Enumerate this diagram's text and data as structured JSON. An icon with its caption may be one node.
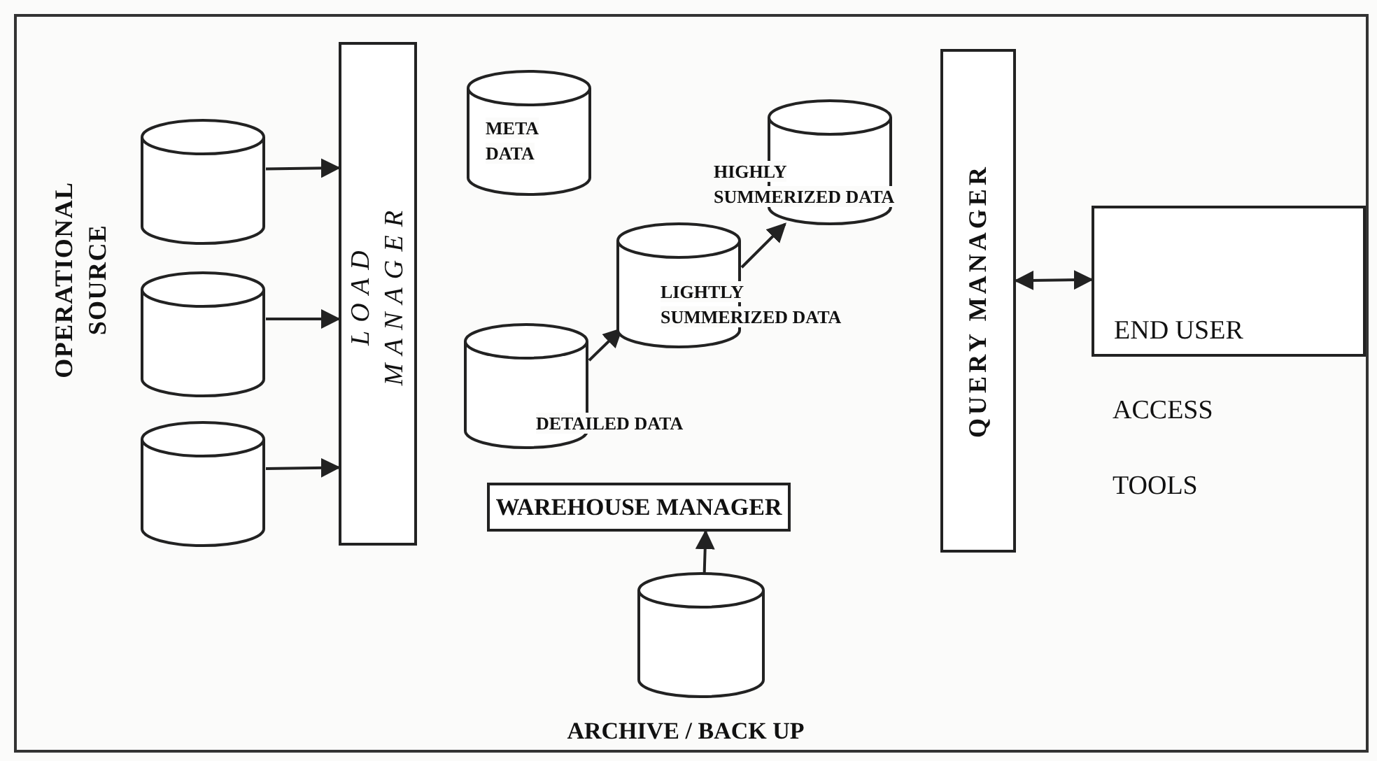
{
  "diagram": {
    "nodes": [
      {
        "text": [],
        "shape": "cylinder"
      },
      {
        "text": [],
        "shape": "cylinder"
      },
      {
        "text": [],
        "shape": "cylinder"
      },
      {
        "text": [
          "LOAD MANAGER"
        ]
      },
      {
        "text": [
          "META DATA"
        ]
      },
      {
        "text": [
          "DETAILED DATA"
        ]
      },
      {
        "text": [
          "LIGHTLY SUMMERIZED DATA"
        ]
      },
      {
        "text": [
          "HIGHLY SUMMERIZED DATA"
        ]
      },
      {
        "text": [
          "WAREHOUSE MANAGER"
        ]
      },
      {
        "text": [
          "ARCHIVE / BACK UP"
        ]
      },
      {
        "text": [
          "QUERY MANAGER"
        ]
      },
      {
        "text": [
          "END USER"
        ],
        "beside": [
          "ACCESS",
          "TOOLS"
        ]
      }
    ],
    "edges": [
      {
        "from": 0,
        "to": 3,
        "arrow": "to"
      },
      {
        "from": 1,
        "to": 3,
        "arrow": "to"
      },
      {
        "from": 2,
        "to": 3,
        "arrow": "to"
      },
      {
        "from": 5,
        "to": 6,
        "arrow": "to"
      },
      {
        "from": 6,
        "to": 7,
        "arrow": "to"
      },
      {
        "from": 9,
        "to": 8,
        "arrow": "to"
      },
      {
        "from": 10,
        "to": 11,
        "arrow": "both"
      }
    ],
    "labels": [
      "OPERATIONAL SOURCE"
    ]
  }
}
